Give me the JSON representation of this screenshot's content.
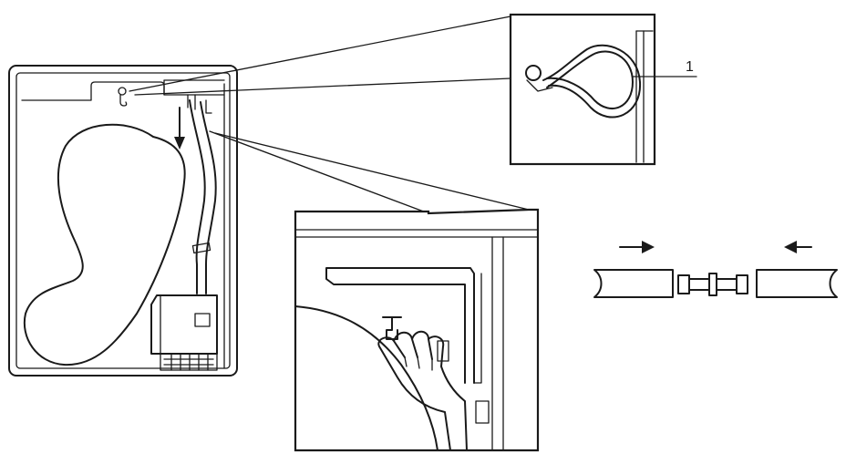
{
  "diagram": {
    "callout_number": "1",
    "colors": {
      "line": "#1a1a1a",
      "background": "#ffffff"
    },
    "components": [
      "dryer-rear-view",
      "hose-clip-detail",
      "hand-releasing-hose-detail",
      "hose-connector-assembly"
    ]
  }
}
